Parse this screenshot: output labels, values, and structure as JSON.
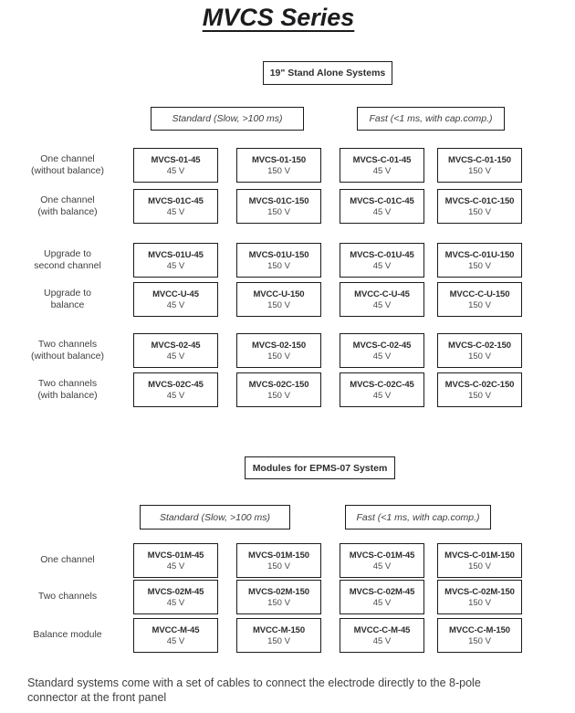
{
  "title": "MVCS Series",
  "sections": [
    {
      "heading": "19\" Stand Alone Systems",
      "col_headers": [
        "Standard (Slow,  >100 ms)",
        "Fast (<1 ms, with cap.comp.)"
      ],
      "rows": [
        {
          "label": "One channel\n(without balance)",
          "cells": [
            {
              "model": "MVCS-01-45",
              "voltage": "45 V"
            },
            {
              "model": "MVCS-01-150",
              "voltage": "150 V"
            },
            {
              "model": "MVCS-C-01-45",
              "voltage": "45 V"
            },
            {
              "model": "MVCS-C-01-150",
              "voltage": "150 V"
            }
          ]
        },
        {
          "label": "One channel\n(with balance)",
          "cells": [
            {
              "model": "MVCS-01C-45",
              "voltage": "45 V"
            },
            {
              "model": "MVCS-01C-150",
              "voltage": "150 V"
            },
            {
              "model": "MVCS-C-01C-45",
              "voltage": "45 V"
            },
            {
              "model": "MVCS-C-01C-150",
              "voltage": "150 V"
            }
          ]
        },
        {
          "label": "Upgrade to\nsecond channel",
          "cells": [
            {
              "model": "MVCS-01U-45",
              "voltage": "45 V"
            },
            {
              "model": "MVCS-01U-150",
              "voltage": "150 V"
            },
            {
              "model": "MVCS-C-01U-45",
              "voltage": "45 V"
            },
            {
              "model": "MVCS-C-01U-150",
              "voltage": "150 V"
            }
          ]
        },
        {
          "label": "Upgrade to\nbalance",
          "cells": [
            {
              "model": "MVCC-U-45",
              "voltage": "45 V"
            },
            {
              "model": "MVCC-U-150",
              "voltage": "150 V"
            },
            {
              "model": "MVCC-C-U-45",
              "voltage": "45 V"
            },
            {
              "model": "MVCC-C-U-150",
              "voltage": "150 V"
            }
          ]
        },
        {
          "label": "Two channels\n(without balance)",
          "cells": [
            {
              "model": "MVCS-02-45",
              "voltage": "45 V"
            },
            {
              "model": "MVCS-02-150",
              "voltage": "150 V"
            },
            {
              "model": "MVCS-C-02-45",
              "voltage": "45 V"
            },
            {
              "model": "MVCS-C-02-150",
              "voltage": "150 V"
            }
          ]
        },
        {
          "label": "Two channels\n(with balance)",
          "cells": [
            {
              "model": "MVCS-02C-45",
              "voltage": "45 V"
            },
            {
              "model": "MVCS-02C-150",
              "voltage": "150 V"
            },
            {
              "model": "MVCS-C-02C-45",
              "voltage": "45 V"
            },
            {
              "model": "MVCS-C-02C-150",
              "voltage": "150 V"
            }
          ]
        }
      ]
    },
    {
      "heading": "Modules for EPMS-07 System",
      "col_headers": [
        "Standard (Slow,  >100 ms)",
        "Fast (<1 ms, with cap.comp.)"
      ],
      "rows": [
        {
          "label": "One channel",
          "cells": [
            {
              "model": "MVCS-01M-45",
              "voltage": "45 V"
            },
            {
              "model": "MVCS-01M-150",
              "voltage": "150 V"
            },
            {
              "model": "MVCS-C-01M-45",
              "voltage": "45 V"
            },
            {
              "model": "MVCS-C-01M-150",
              "voltage": "150 V"
            }
          ]
        },
        {
          "label": "Two channels",
          "cells": [
            {
              "model": "MVCS-02M-45",
              "voltage": "45 V"
            },
            {
              "model": "MVCS-02M-150",
              "voltage": "150 V"
            },
            {
              "model": "MVCS-C-02M-45",
              "voltage": "45 V"
            },
            {
              "model": "MVCS-C-02M-150",
              "voltage": "150 V"
            }
          ]
        },
        {
          "label": "Balance module",
          "cells": [
            {
              "model": "MVCC-M-45",
              "voltage": "45 V"
            },
            {
              "model": "MVCC-M-150",
              "voltage": "150 V"
            },
            {
              "model": "MVCC-C-M-45",
              "voltage": "45 V"
            },
            {
              "model": "MVCC-C-M-150",
              "voltage": "150 V"
            }
          ]
        }
      ]
    }
  ],
  "footer": "Standard systems come with a set of cables to connect the electrode directly to the 8-pole connector at the front panel"
}
